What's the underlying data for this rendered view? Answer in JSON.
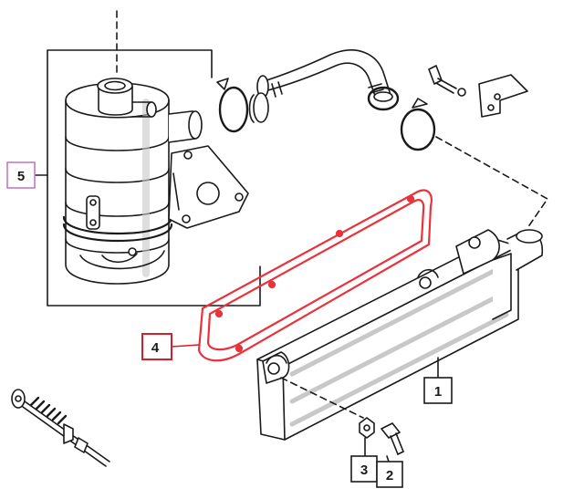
{
  "colors": {
    "line": "#1a1a1a",
    "shade": "#c8c8c8",
    "highlight": "#e8323c",
    "callout_5_border": "#c27bc4",
    "callout_4_border": "#d21f2b",
    "callout_default_border": "#1a1a1a"
  },
  "callouts": [
    {
      "id": "1",
      "label": "1"
    },
    {
      "id": "2",
      "label": "2"
    },
    {
      "id": "3",
      "label": "3"
    },
    {
      "id": "4",
      "label": "4"
    },
    {
      "id": "5",
      "label": "5"
    }
  ],
  "highlighted_part": "4",
  "icons": [
    "air-filter-icon",
    "hose-icon",
    "hose-clamp-icon",
    "bracket-icon",
    "bolt-icon",
    "nut-icon",
    "gasket-icon",
    "intercooler-icon",
    "spring-bolt-icon"
  ]
}
